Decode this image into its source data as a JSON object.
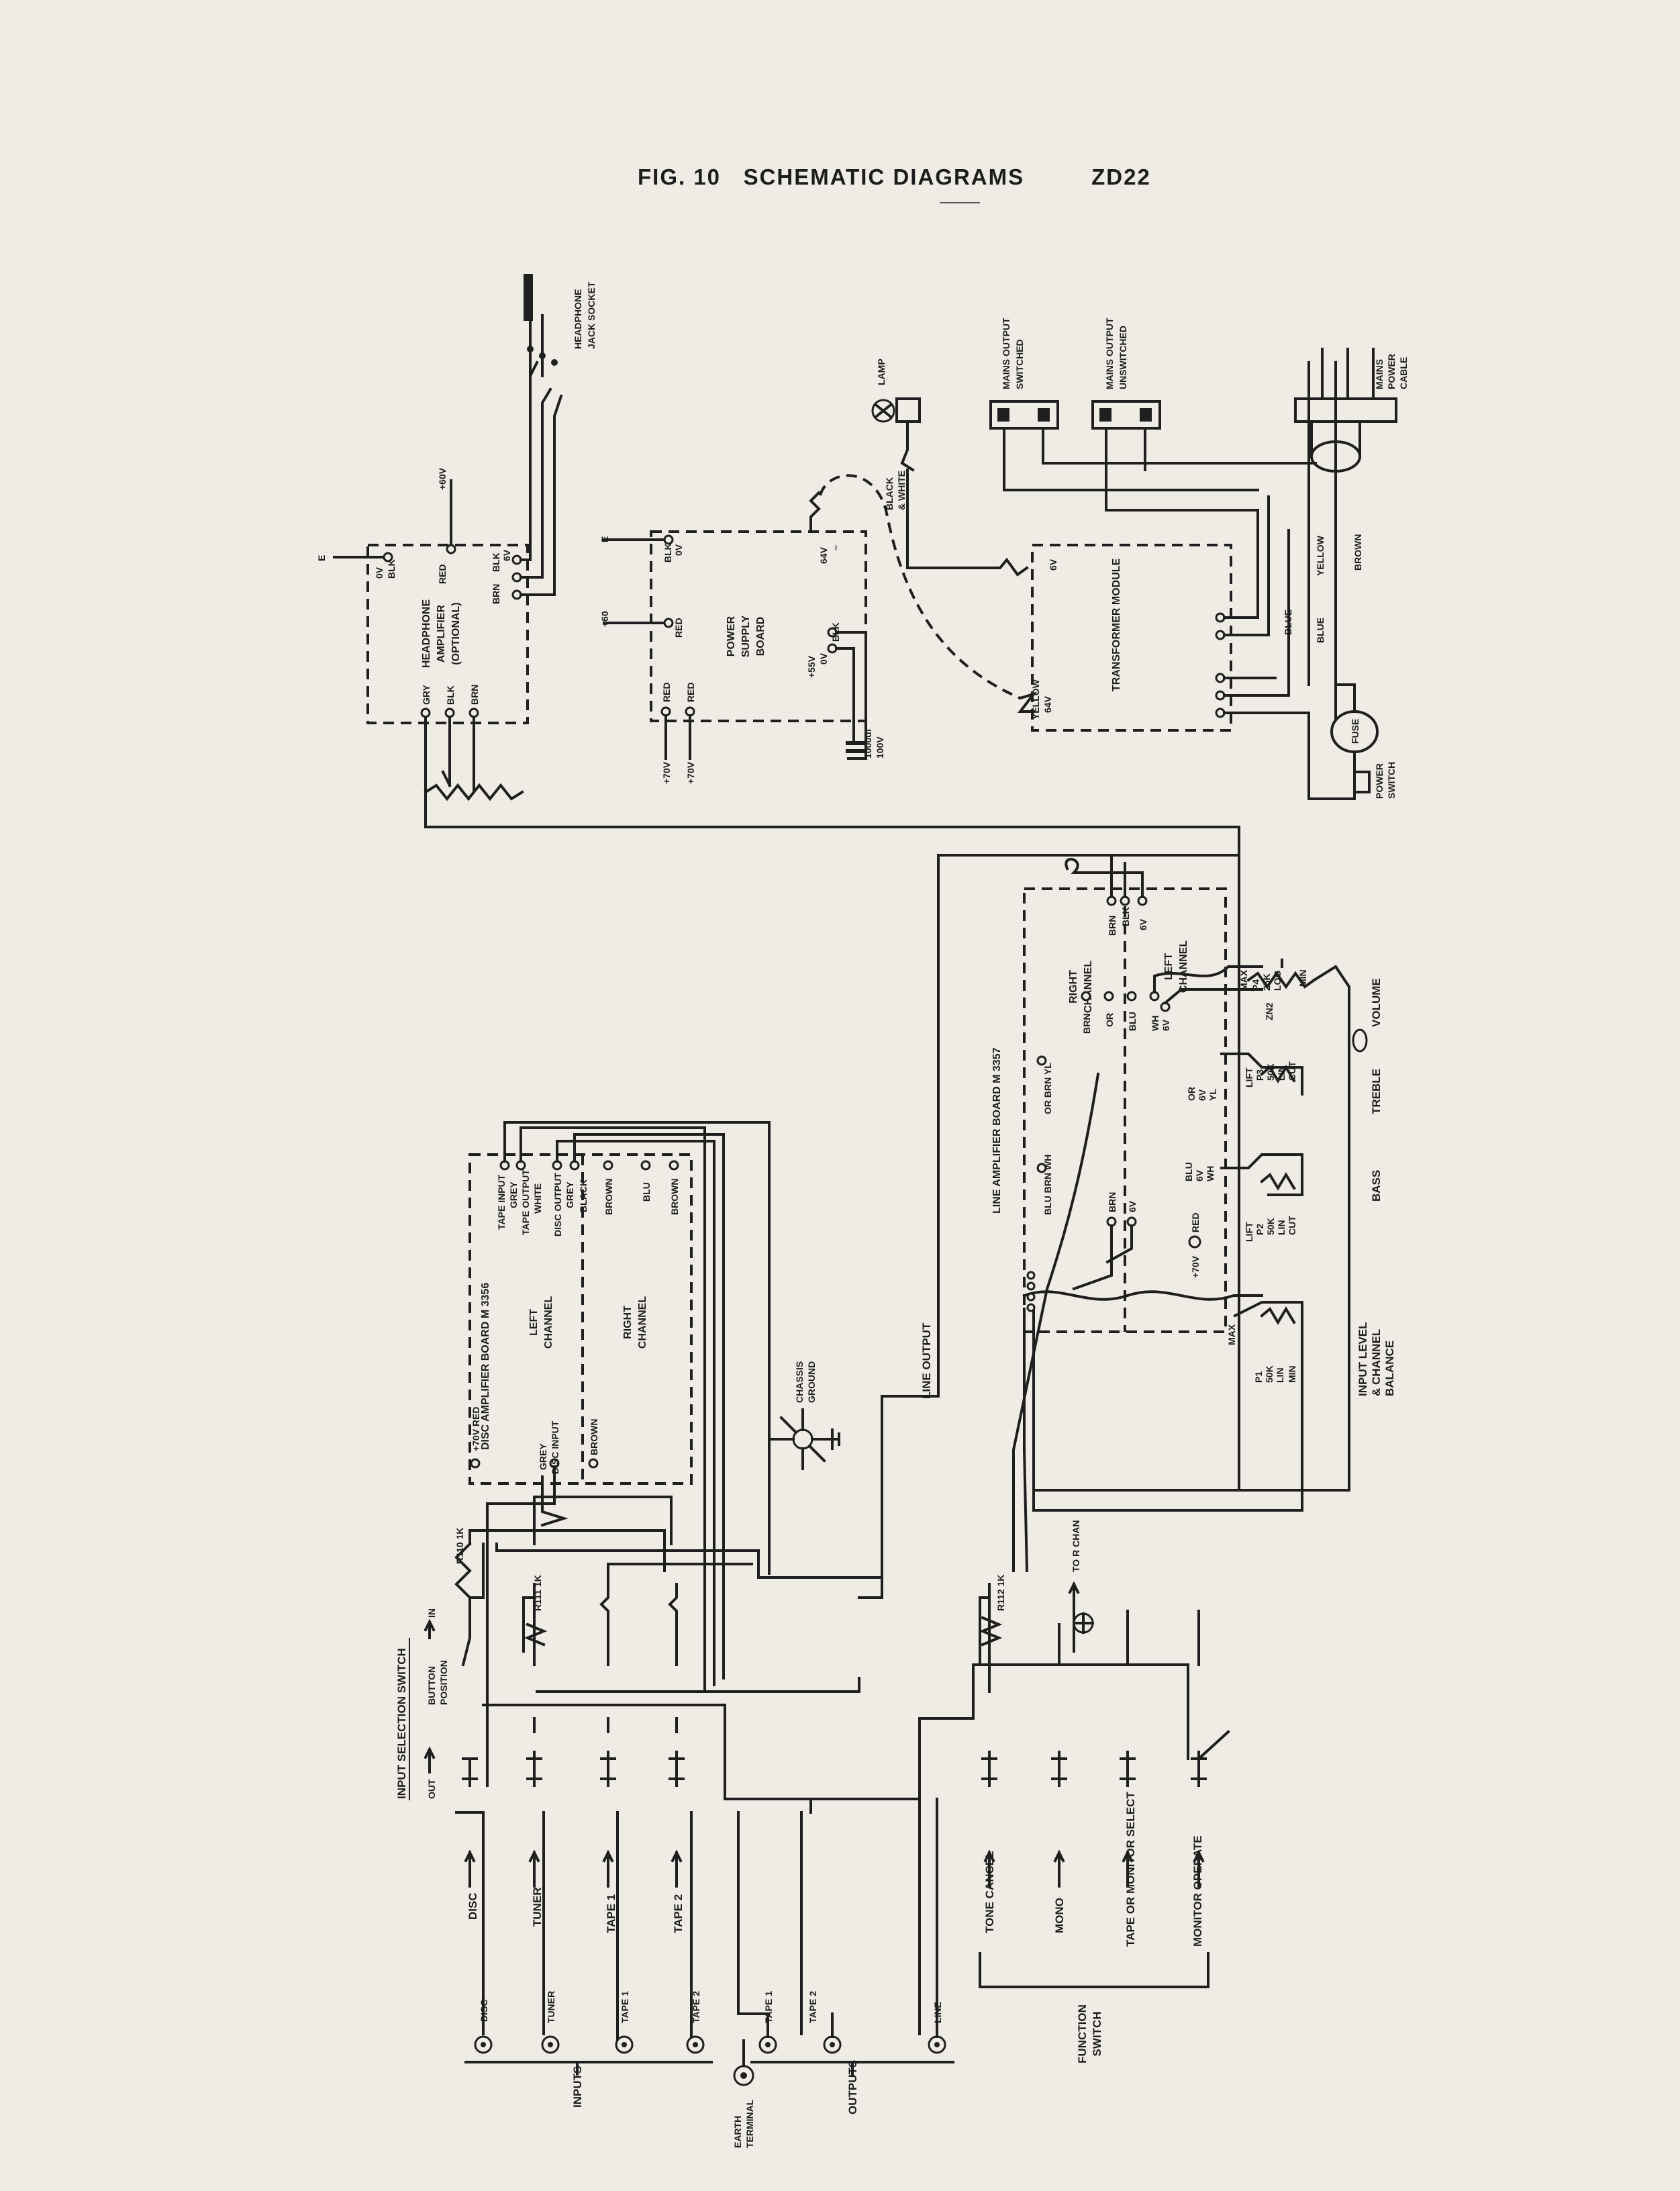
{
  "title": {
    "figure": "FIG. 10",
    "name": "SCHEMATIC DIAGRAMS",
    "code": "ZD22"
  },
  "headphone": {
    "board": [
      "HEADPHONE",
      "AMPLIFIER",
      "(OPTIONAL)"
    ],
    "socket": [
      "HEADPHONE",
      "JACK SOCKET"
    ],
    "pins_top": [
      "0V",
      "BLK"
    ],
    "pin_red": "RED",
    "pin_supply": "+60V",
    "pins_right": [
      "BLK",
      "BRN",
      "6V"
    ],
    "pins_bottom": [
      "GRY",
      "BLK",
      "BRN"
    ],
    "earth": "E"
  },
  "power_supply": {
    "board": [
      "POWER",
      "SUPPLY",
      "BOARD"
    ],
    "pins": [
      "BLK",
      "0V",
      "RED",
      "RED",
      "RED"
    ],
    "rails": [
      "+60",
      "+70V",
      "+70V"
    ],
    "earth": "E",
    "ac_in": [
      "64V",
      "~"
    ],
    "cap_pins": [
      "+55V",
      "0V",
      "BLK"
    ],
    "capacitor": [
      "1000uf",
      "100V"
    ]
  },
  "lamp": {
    "label": "LAMP",
    "wire": [
      "BLACK",
      "& WHITE"
    ]
  },
  "transformer": {
    "label": "TRANSFORMER MODULE",
    "taps": [
      "6V",
      "YELLOW",
      "64V"
    ],
    "wires": [
      "YELLOW",
      "BLUE",
      "BLUE",
      "BROWN"
    ]
  },
  "mains": {
    "switched": [
      "MAINS OUTPUT",
      "SWITCHED"
    ],
    "unswitched": [
      "MAINS OUTPUT",
      "UNSWITCHED"
    ],
    "cable": [
      "MAINS",
      "POWER",
      "CABLE"
    ],
    "fuse": "FUSE",
    "switch": [
      "POWER",
      "SWITCH"
    ]
  },
  "disc_amp": {
    "title": "DISC AMPLIFIER BOARD M 3356",
    "left_channel": [
      "LEFT",
      "CHANNEL"
    ],
    "right_channel": [
      "RIGHT",
      "CHANNEL"
    ],
    "pins_top": [
      "TAPE INPUT",
      "GREY",
      "TAPE OUTPUT",
      "WHITE",
      "DISC OUTPUT",
      "GREY",
      "BLACK",
      "BROWN",
      "BLU",
      "BROWN"
    ],
    "pins_bottom": [
      "+70V RED",
      "GREY",
      "DISC INPUT",
      "BROWN"
    ]
  },
  "chassis": [
    "CHASSIS",
    "GROUND"
  ],
  "line_output": "LINE OUTPUT",
  "line_amp": {
    "title": "LINE AMPLIFIER BOARD M 3357",
    "right_channel": [
      "RIGHT",
      "CHANNEL"
    ],
    "left_channel": [
      "LEFT",
      "CHANNEL"
    ],
    "pins_top": [
      "BRN",
      "BLK",
      "6V"
    ],
    "pins_mid": [
      "BRN",
      "OR",
      "BLU",
      "WH",
      "6V"
    ],
    "pins_a": [
      "OR BRN YL",
      "BLU BRN WH"
    ],
    "pins_b": [
      "BRN",
      "6V",
      "RED",
      "+70V"
    ]
  },
  "controls": {
    "volume": "VOLUME",
    "volume_pins": [
      "MAX",
      "P4",
      "25K",
      "LOG",
      "ZN2",
      "MIN"
    ],
    "treble": "TREBLE",
    "treble_pins": [
      "LIFT",
      "P3",
      "50K",
      "LIN",
      "CUT"
    ],
    "treble_wires": [
      "OR",
      "6V",
      "YL"
    ],
    "bass": "BASS",
    "bass_pins": [
      "LIFT",
      "P2",
      "50K",
      "LIN",
      "CUT"
    ],
    "bass_wires": [
      "BLU",
      "6V",
      "WH"
    ],
    "balance": [
      "INPUT LEVEL",
      "& CHANNEL",
      "BALANCE"
    ],
    "balance_pins": [
      "MAX",
      "P1",
      "50K",
      "LIN",
      "MIN"
    ]
  },
  "input_switch": {
    "title": "INPUT SELECTION SWITCH",
    "out": "OUT",
    "button": [
      "BUTTON",
      "POSITION"
    ],
    "in": "IN",
    "r110": "R110 1K",
    "r111": "R111 1K",
    "positions": [
      "DISC",
      "TUNER",
      "TAPE 1",
      "TAPE 2"
    ]
  },
  "function_switch": {
    "title": [
      "FUNCTION",
      "SWITCH"
    ],
    "positions": [
      "TONE CANCEL",
      "MONO",
      "TAPE OR MONITOR SELECT",
      "MONITOR OPERATE"
    ],
    "r112": "R112 1K",
    "to_r_chan": "TO R CHAN"
  },
  "sockets": {
    "inputs_label": "INPUTS",
    "inputs": [
      "DISC",
      "TUNER",
      "TAPE 1",
      "TAPE 2"
    ],
    "outputs_label": "OUTPUTS",
    "outputs": [
      "TAPE 1",
      "TAPE 2",
      "LINE"
    ],
    "earth": [
      "EARTH",
      "TERMINAL"
    ]
  }
}
